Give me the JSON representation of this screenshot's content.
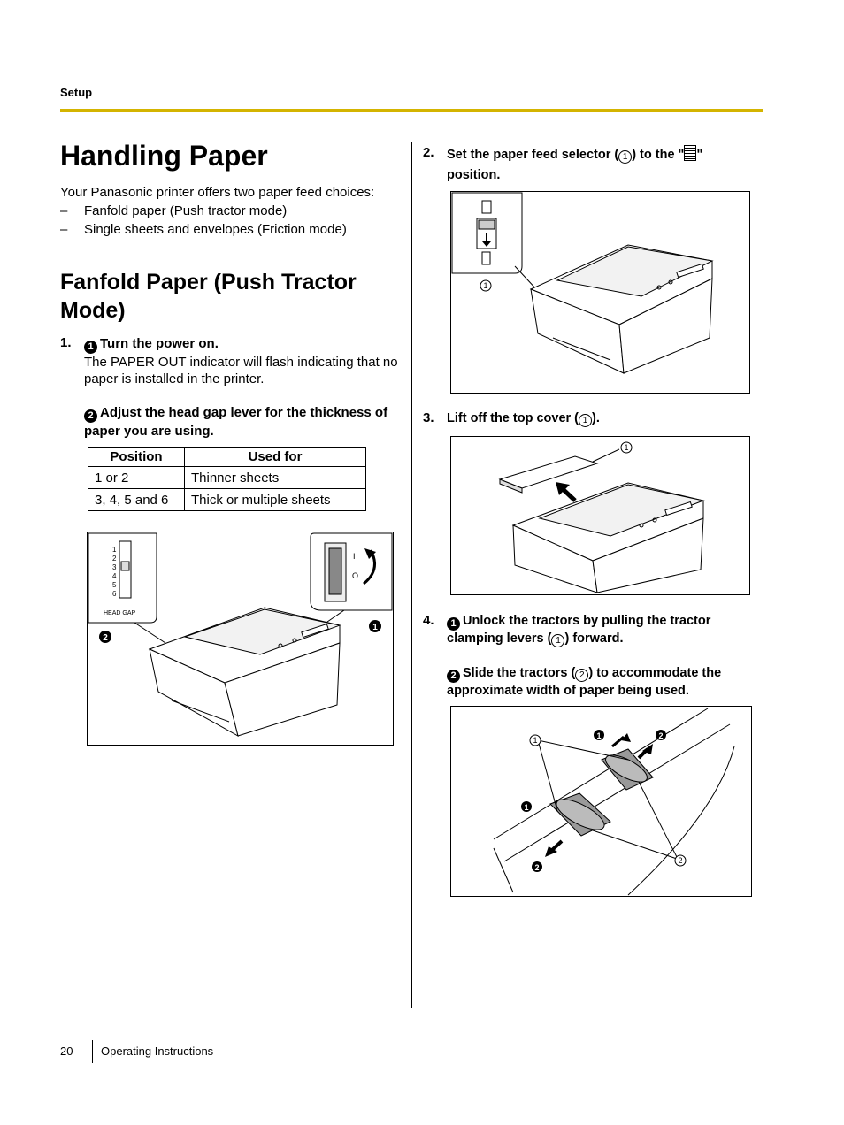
{
  "header": {
    "section": "Setup"
  },
  "title": "Handling Paper",
  "intro": {
    "text": "Your Panasonic printer offers two paper feed choices:",
    "items": [
      "Fanfold paper (Push tractor mode)",
      "Single sheets and envelopes (Friction mode)"
    ],
    "dash": "–"
  },
  "subheading": "Fanfold Paper (Push Tractor Mode)",
  "step1": {
    "num": "1.",
    "a_badge": "1",
    "a_title": "Turn the power on.",
    "a_text": "The PAPER OUT indicator will flash indicating that no paper is installed in the printer.",
    "b_badge": "2",
    "b_title": "Adjust the head gap lever for the thickness of paper you are using."
  },
  "table": {
    "headers": [
      "Position",
      "Used for"
    ],
    "rows": [
      [
        "1 or 2",
        "Thinner sheets"
      ],
      [
        "3, 4, 5 and 6",
        "Thick or multiple sheets"
      ]
    ]
  },
  "fig1": {
    "gap_numbers": [
      "1",
      "2",
      "3",
      "4",
      "5",
      "6"
    ],
    "gap_label": "HEAD GAP",
    "switch_on": "I",
    "switch_off": "O",
    "callout_1": "1",
    "callout_2": "2"
  },
  "step2": {
    "num": "2.",
    "text_a": "Set the paper feed selector (",
    "ref": "1",
    "text_b": ") to the \"",
    "text_c": "\" position."
  },
  "fig2": {
    "callout": "1"
  },
  "step3": {
    "num": "3.",
    "text_a": "Lift off the top cover (",
    "ref": "1",
    "text_b": ")."
  },
  "fig3": {
    "callout": "1"
  },
  "step4": {
    "num": "4.",
    "a_badge": "1",
    "a_text_a": "Unlock the tractors by pulling the tractor clamping levers (",
    "a_ref": "1",
    "a_text_b": ") forward.",
    "b_badge": "2",
    "b_text_a": "Slide the tractors (",
    "b_ref": "2",
    "b_text_b": ") to accommodate the approximate width of paper being used."
  },
  "fig4": {
    "callout_ref1": "1",
    "callout_ref2": "2",
    "black_1": "1",
    "black_2": "2"
  },
  "footer": {
    "page": "20",
    "doc": "Operating Instructions"
  }
}
